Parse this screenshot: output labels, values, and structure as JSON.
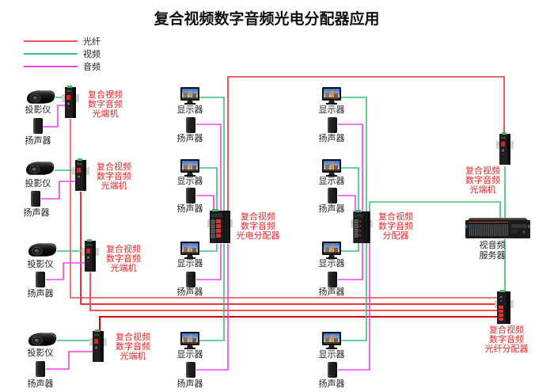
{
  "title": "复合视频数字音频光电分配器应用",
  "legend": [
    {
      "label": "光纤",
      "type": "fiber",
      "color": "#f25555"
    },
    {
      "label": "视频",
      "type": "video",
      "color": "#3dbf78"
    },
    {
      "label": "音频",
      "type": "audio",
      "color": "#f040f0"
    }
  ],
  "left_sites": [
    {
      "projector_label": "投影仪",
      "speaker_label": "扬声器",
      "converter_label": [
        "复合视频",
        "数字音频",
        "光端机"
      ]
    },
    {
      "projector_label": "投影仪",
      "speaker_label": "扬声器",
      "converter_label": [
        "复合视频",
        "数字音频",
        "光端机"
      ]
    },
    {
      "projector_label": "投影仪",
      "speaker_label": "扬声器",
      "converter_label": [
        "复合视频",
        "数字音频",
        "光端机"
      ]
    },
    {
      "projector_label": "投影仪",
      "speaker_label": "扬声器",
      "converter_label": [
        "复合视频",
        "数字音频",
        "光端机"
      ]
    }
  ],
  "center_distributor": {
    "label": [
      "复合视频",
      "数字音频",
      "光电分配器"
    ],
    "outputs": [
      {
        "display_label": "显示器",
        "speaker_label": "扬声器"
      },
      {
        "display_label": "显示器",
        "speaker_label": "扬声器"
      },
      {
        "display_label": "显示器",
        "speaker_label": "扬声器"
      },
      {
        "display_label": "显示器",
        "speaker_label": "扬声器"
      }
    ]
  },
  "right_distributor": {
    "label": [
      "复合视频",
      "数字音频",
      "分配器"
    ],
    "outputs": [
      {
        "display_label": "显示器",
        "speaker_label": "扬声器"
      },
      {
        "display_label": "显示器",
        "speaker_label": "扬声器"
      },
      {
        "display_label": "显示器",
        "speaker_label": "扬声器"
      },
      {
        "display_label": "显示器",
        "speaker_label": "扬声器"
      }
    ]
  },
  "head_end": {
    "converter_label": [
      "复合视频",
      "数字音频",
      "光端机"
    ],
    "server_label": [
      "视音频",
      "服务器"
    ],
    "fiber_splitter_label": [
      "复合视频",
      "数字音频",
      "光纤分配器"
    ]
  }
}
